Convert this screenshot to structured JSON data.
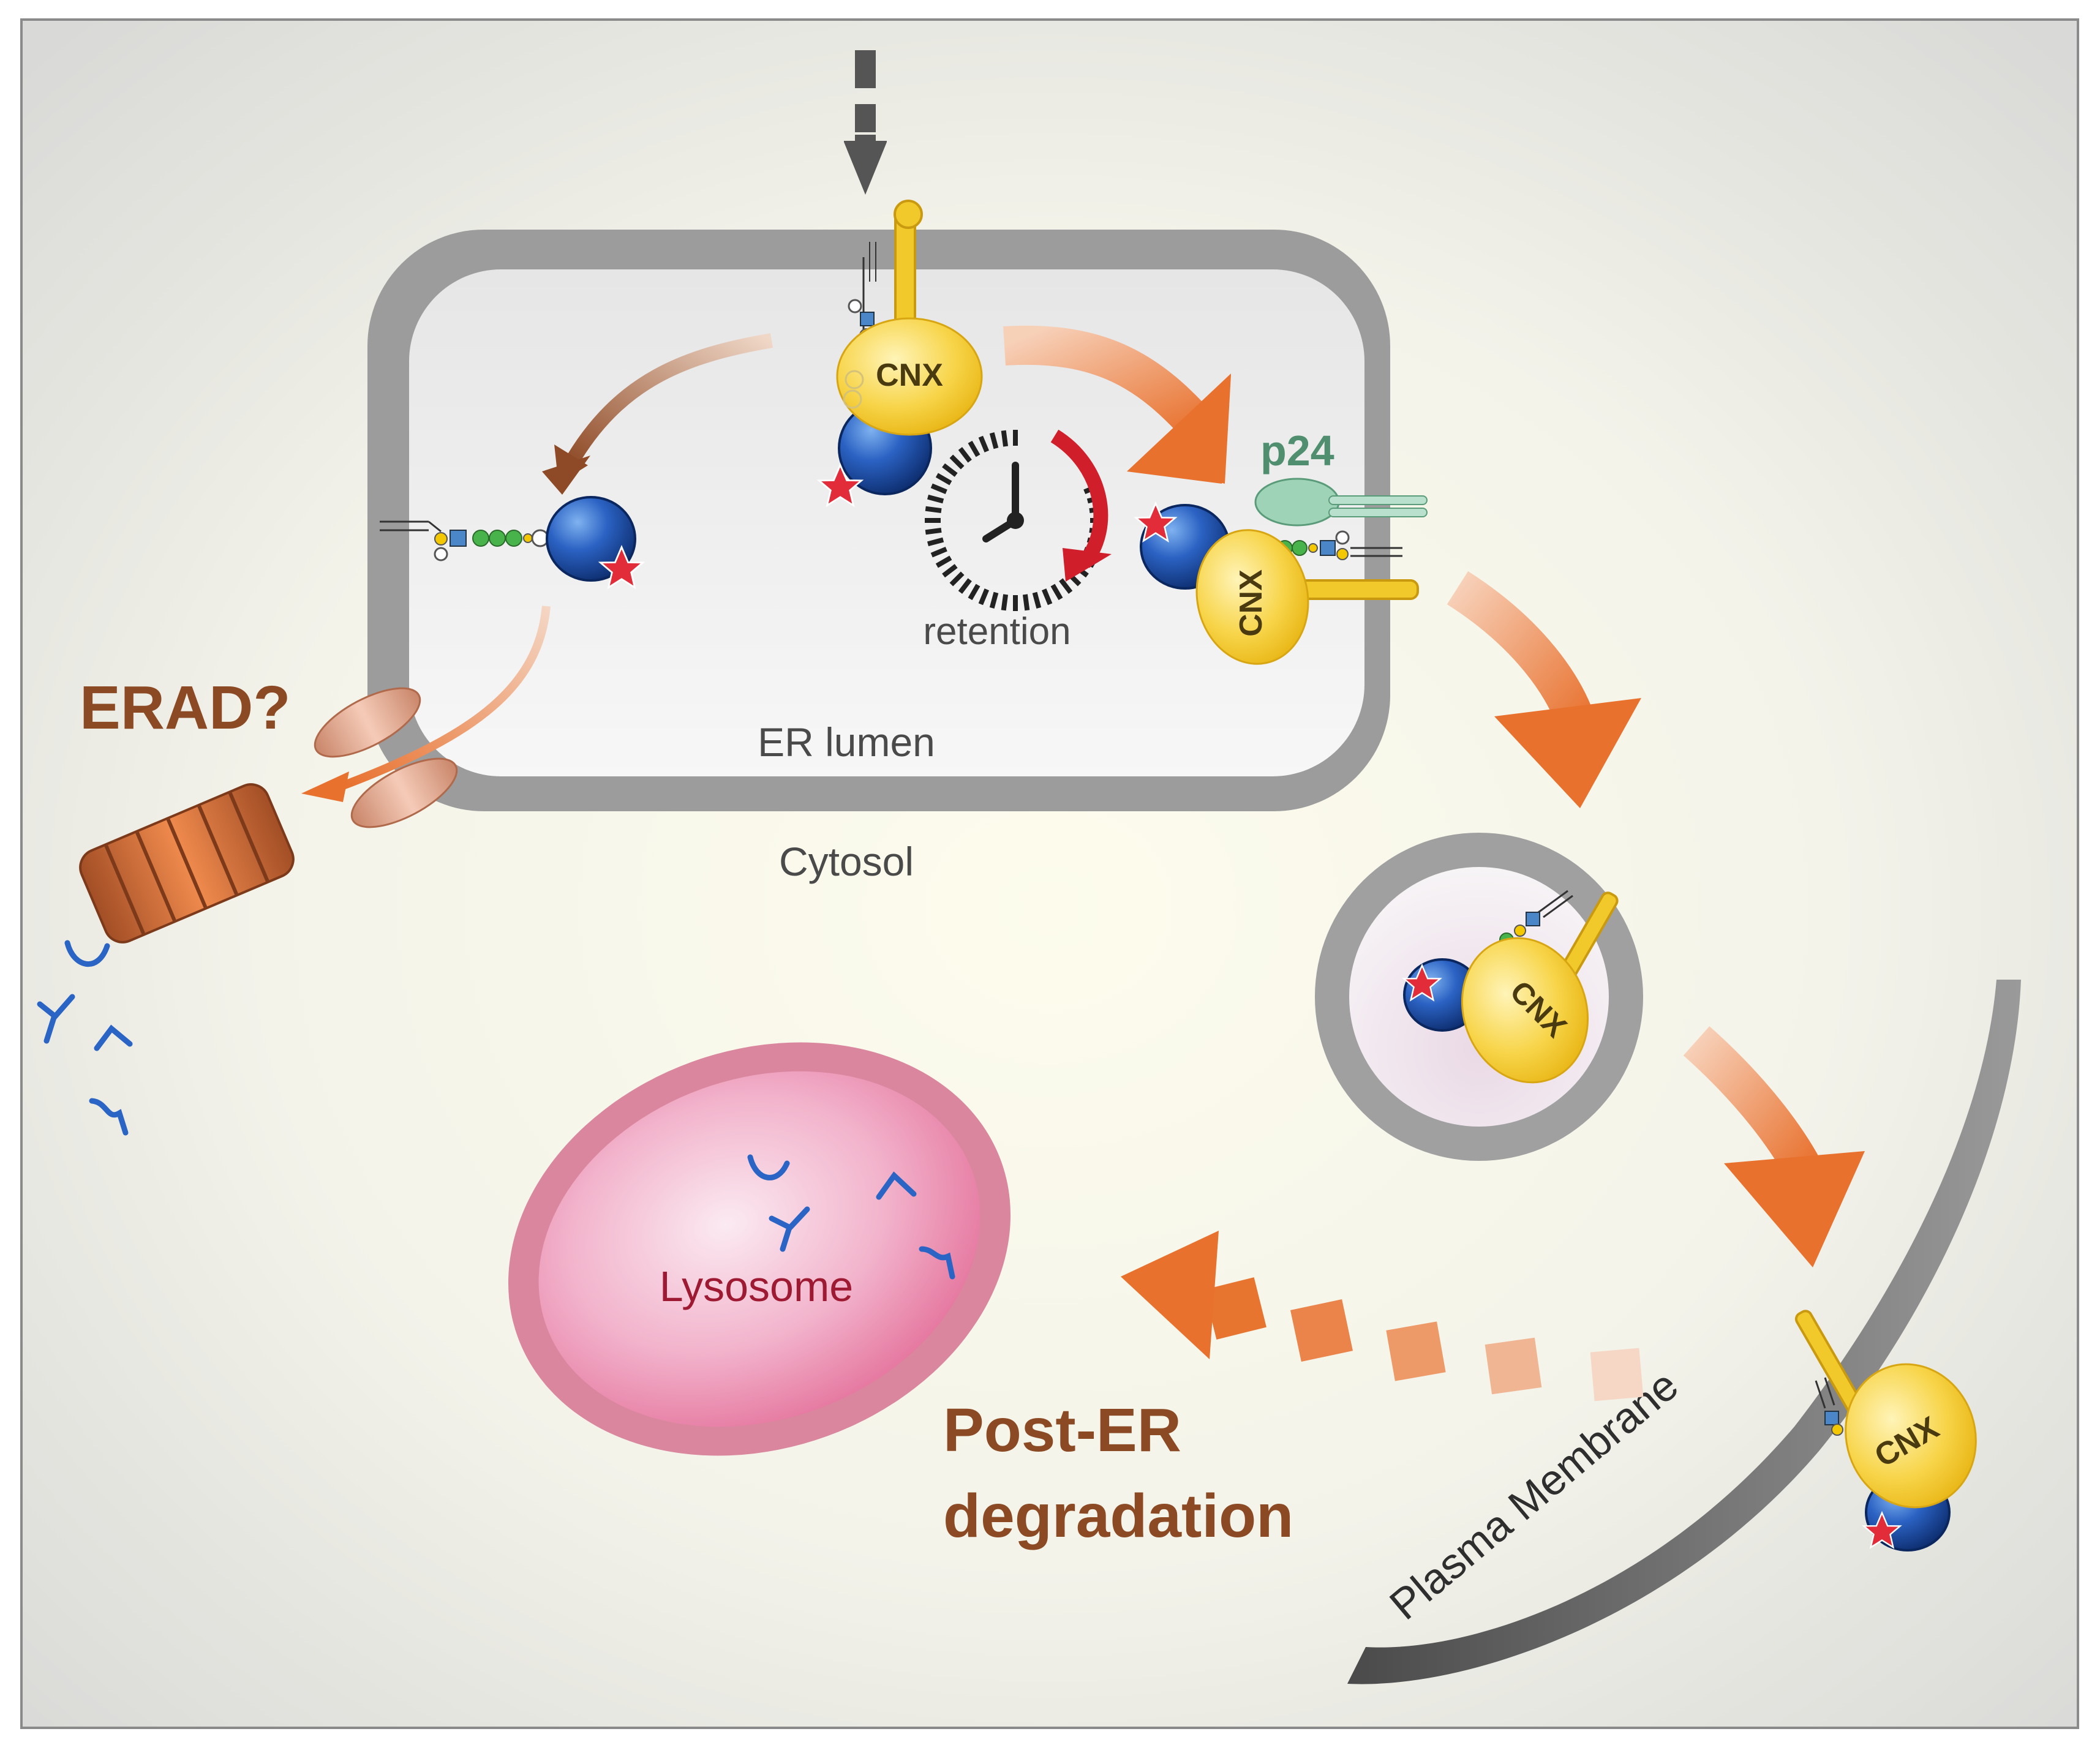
{
  "labels": {
    "er_lumen": "ER lumen",
    "cytosol": "Cytosol",
    "retention": "retention",
    "p24": "p24",
    "erad": "ERAD?",
    "lysosome": "Lysosome",
    "post_er_line1": "Post-ER",
    "post_er_line2": "degradation",
    "plasma_membrane": "Plasma Membrane",
    "cnx": "CNX"
  },
  "colors": {
    "orange_arrow": "#e8712e",
    "brown_arrow": "#8e4a26",
    "red_arrow": "#d01f2a",
    "cnx_yellow": "#f6cd2e",
    "protein_blue": "#1d4fa6",
    "p24_green": "#7fbfa0",
    "lysosome_pink": "#e36a93",
    "membrane_grey": "#8a8a8a",
    "erad_text": "#8b4a24"
  },
  "icons": [
    "dashed-down-arrow-icon",
    "clock-icon",
    "proteasome-icon",
    "translocon-icon",
    "misfolding-star-icon",
    "glycan-chain-icon"
  ]
}
